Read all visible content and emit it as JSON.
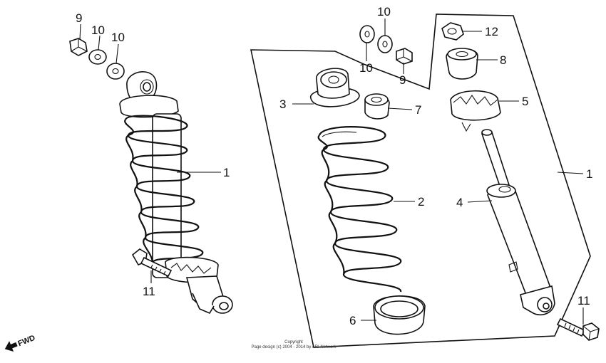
{
  "callouts": {
    "c9_left": "9",
    "c10_left_a": "10",
    "c10_left_b": "10",
    "c1_left": "1",
    "c11_left": "11",
    "c10_top_a": "10",
    "c10_top_b": "10",
    "c9_top": "9",
    "c12": "12",
    "c8": "8",
    "c3": "3",
    "c7": "7",
    "c5": "5",
    "c1_right": "1",
    "c2": "2",
    "c4": "4",
    "c6": "6",
    "c11_right": "11"
  },
  "footer": {
    "copyright_line1": "Copyright",
    "copyright_line2": "Page design (c) 2004 - 2014 by ARI Network"
  },
  "fwd": {
    "label": "FWD"
  }
}
